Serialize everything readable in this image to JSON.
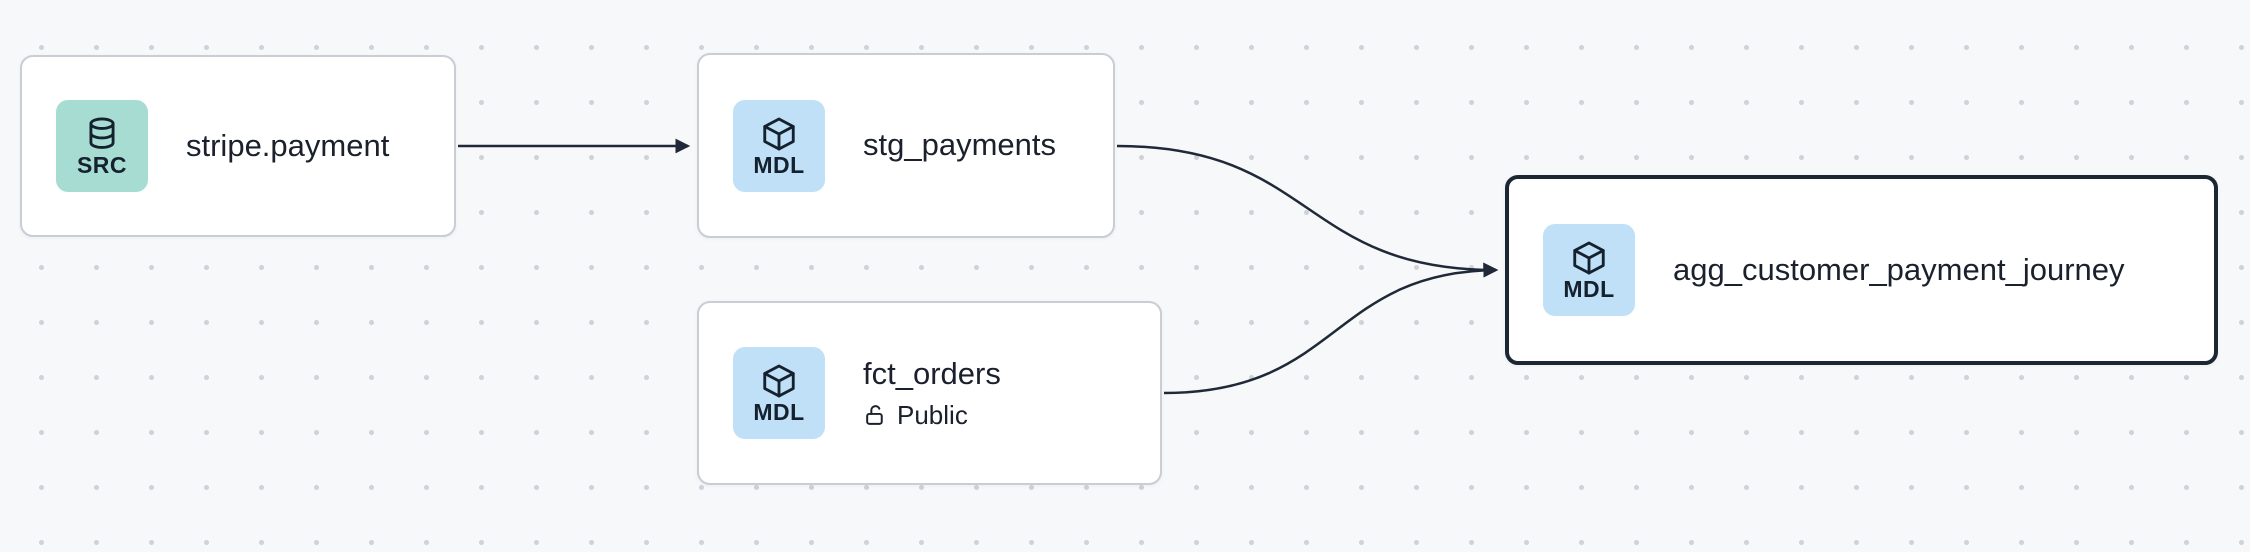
{
  "canvas": {
    "background_color": "#f7f8fa",
    "dot_color": "#cfd3d9"
  },
  "colors": {
    "edge": "#1f2937",
    "node_border": "#c9cdd4",
    "selected_node_border": "#1c2733",
    "source_badge_bg": "#a6dcd2",
    "model_badge_bg": "#bfe0f6",
    "text": "#1a202c"
  },
  "nodes": [
    {
      "title": "stripe.payment",
      "type_badge": "SRC",
      "type": "source",
      "icon": "database-icon",
      "selected": false
    },
    {
      "title": "stg_payments",
      "type_badge": "MDL",
      "type": "model",
      "icon": "cube-icon",
      "selected": false
    },
    {
      "title": "fct_orders",
      "type_badge": "MDL",
      "type": "model",
      "icon": "cube-icon",
      "access_label": "Public",
      "selected": false
    },
    {
      "title": "agg_customer_payment_journey",
      "type_badge": "MDL",
      "type": "model",
      "icon": "cube-icon",
      "selected": true
    }
  ],
  "edges": [
    {
      "from": "stripe.payment",
      "to": "stg_payments"
    },
    {
      "from": "stg_payments",
      "to": "agg_customer_payment_journey"
    },
    {
      "from": "fct_orders",
      "to": "agg_customer_payment_journey"
    }
  ]
}
